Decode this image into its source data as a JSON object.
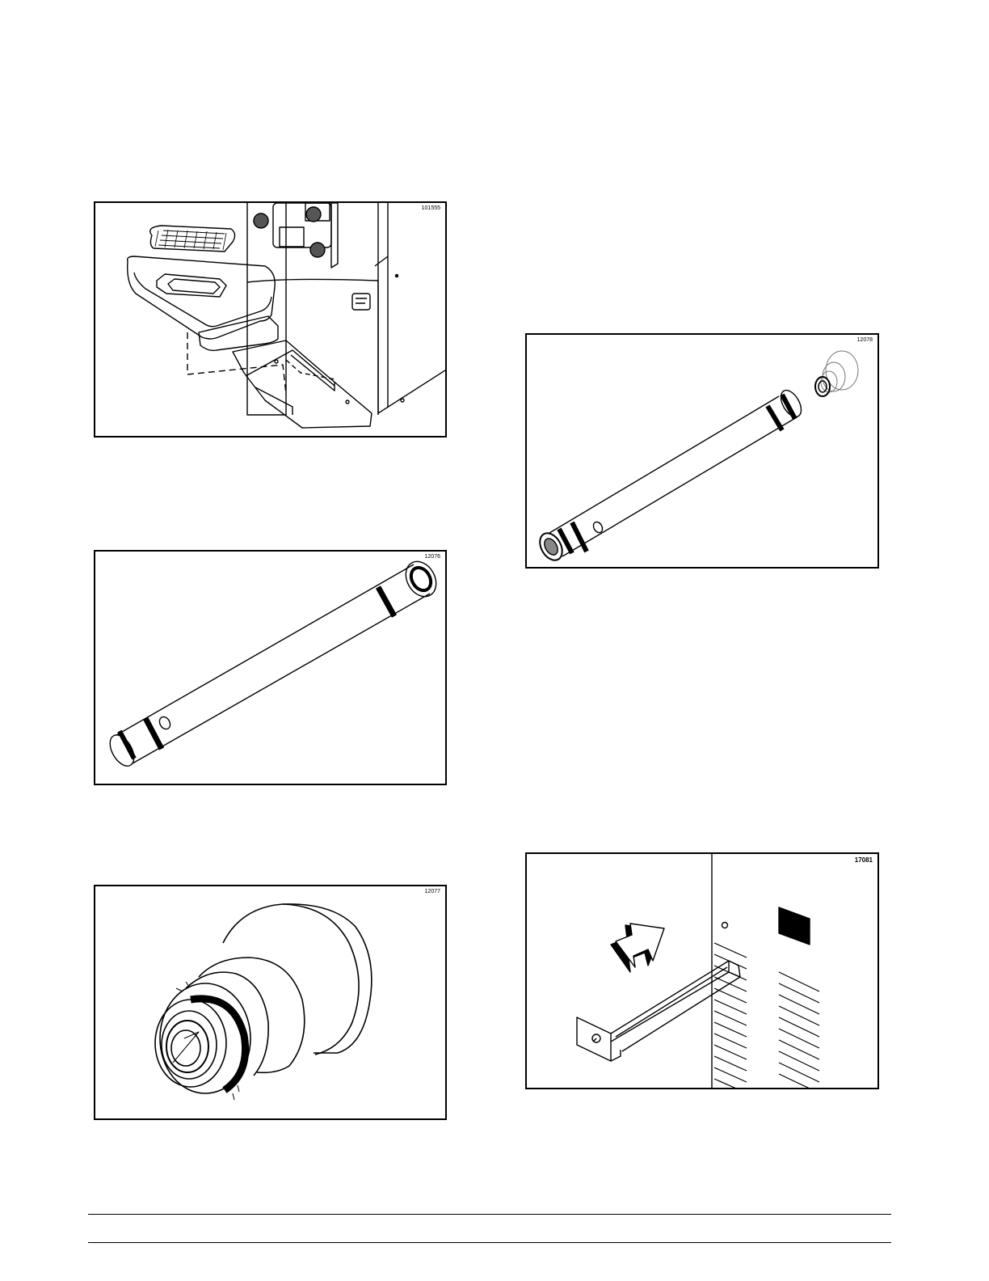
{
  "figures": [
    {
      "id": "101555"
    },
    {
      "id": "12076"
    },
    {
      "id": "12077"
    },
    {
      "id": "12078"
    },
    {
      "id": "17081"
    }
  ]
}
